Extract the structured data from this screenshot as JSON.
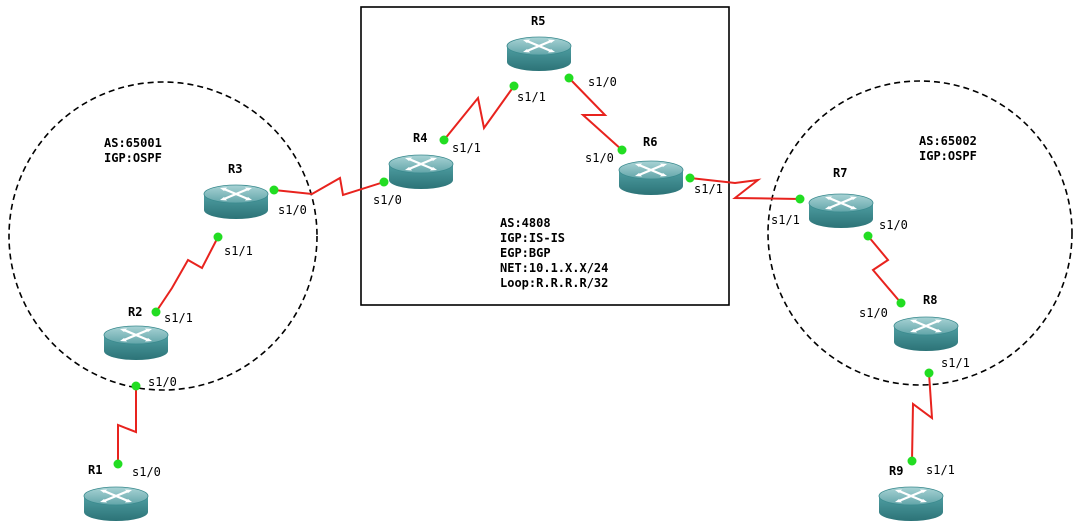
{
  "routers": {
    "r1": {
      "name": "R1"
    },
    "r2": {
      "name": "R2"
    },
    "r3": {
      "name": "R3"
    },
    "r4": {
      "name": "R4"
    },
    "r5": {
      "name": "R5"
    },
    "r6": {
      "name": "R6"
    },
    "r7": {
      "name": "R7"
    },
    "r8": {
      "name": "R8"
    },
    "r9": {
      "name": "R9"
    }
  },
  "interfaces": {
    "r1_s10": "s1/0",
    "r2_s10": "s1/0",
    "r2_s11": "s1/1",
    "r3_s11": "s1/1",
    "r3_s10": "s1/0",
    "r4_s10": "s1/0",
    "r4_s11": "s1/1",
    "r5_s11": "s1/1",
    "r5_s10": "s1/0",
    "r6_s10": "s1/0",
    "r6_s11": "s1/1",
    "r7_s11": "s1/1",
    "r7_s10": "s1/0",
    "r8_s10": "s1/0",
    "r8_s11": "s1/1",
    "r9_s11": "s1/1"
  },
  "as_left": {
    "as": "AS:65001",
    "igp": "IGP:OSPF"
  },
  "as_right": {
    "as": "AS:65002",
    "igp": "IGP:OSPF"
  },
  "as_center": {
    "as": "AS:4808",
    "igp": "IGP:IS-IS",
    "egp": "EGP:BGP",
    "net": "NET:10.1.X.X/24",
    "loop": "Loop:R.R.R.R/32"
  },
  "colors": {
    "link": "#e8231e",
    "port": "#22dd22",
    "router_body": "#3a8a8e",
    "router_top": "#7fb8bb"
  }
}
